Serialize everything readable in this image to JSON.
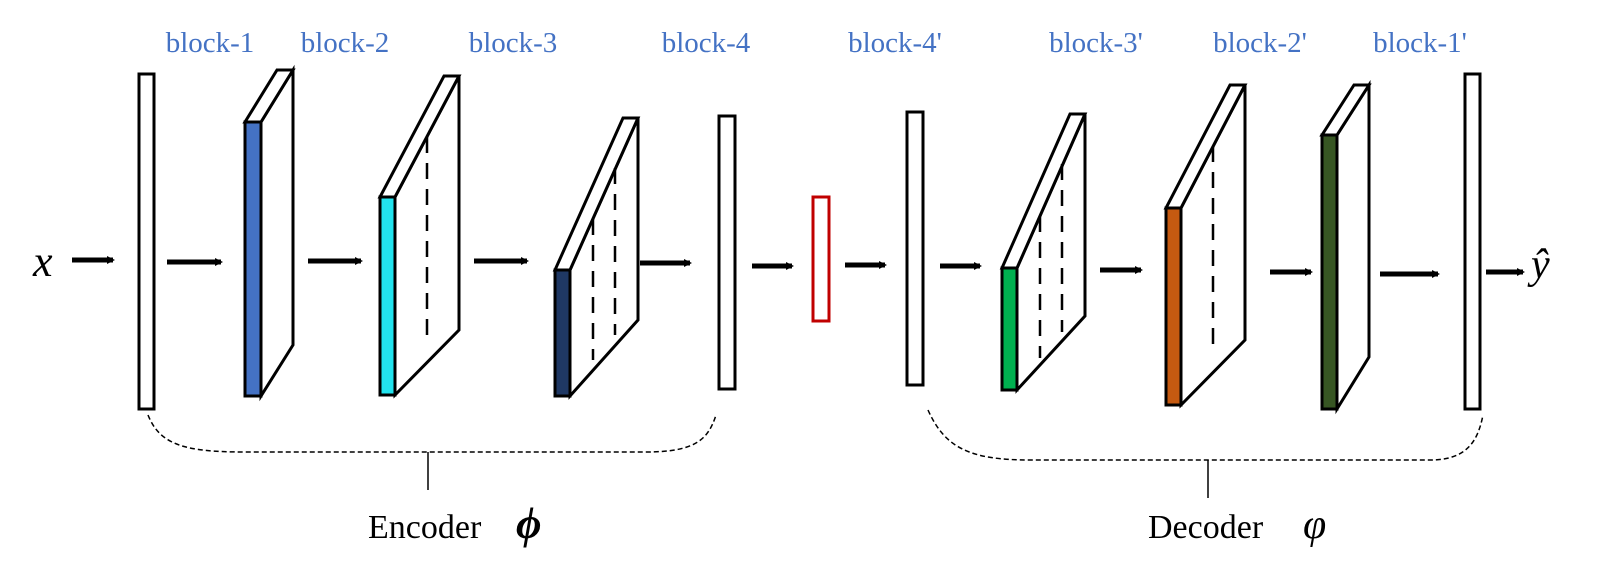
{
  "diagram": {
    "block_labels": [
      "block-1",
      "block-2",
      "block-3",
      "block-4",
      "block-4'",
      "block-3'",
      "block-2'",
      "block-1'"
    ],
    "input_symbol": "x",
    "output_symbol": "ŷ",
    "encoder": {
      "label": "Encoder",
      "symbol": "ϕ"
    },
    "decoder": {
      "label": "Decoder",
      "symbol": "φ"
    },
    "colors": {
      "label_text": "#4472C4",
      "block_1": "#4472C4",
      "block_2": "#22E3EE",
      "block_3": "#1F3864",
      "latent": "#C00000",
      "block_3_prime": "#00B050",
      "block_2_prime": "#C55A11",
      "block_1_prime": "#375623",
      "outline": "#000000"
    }
  }
}
